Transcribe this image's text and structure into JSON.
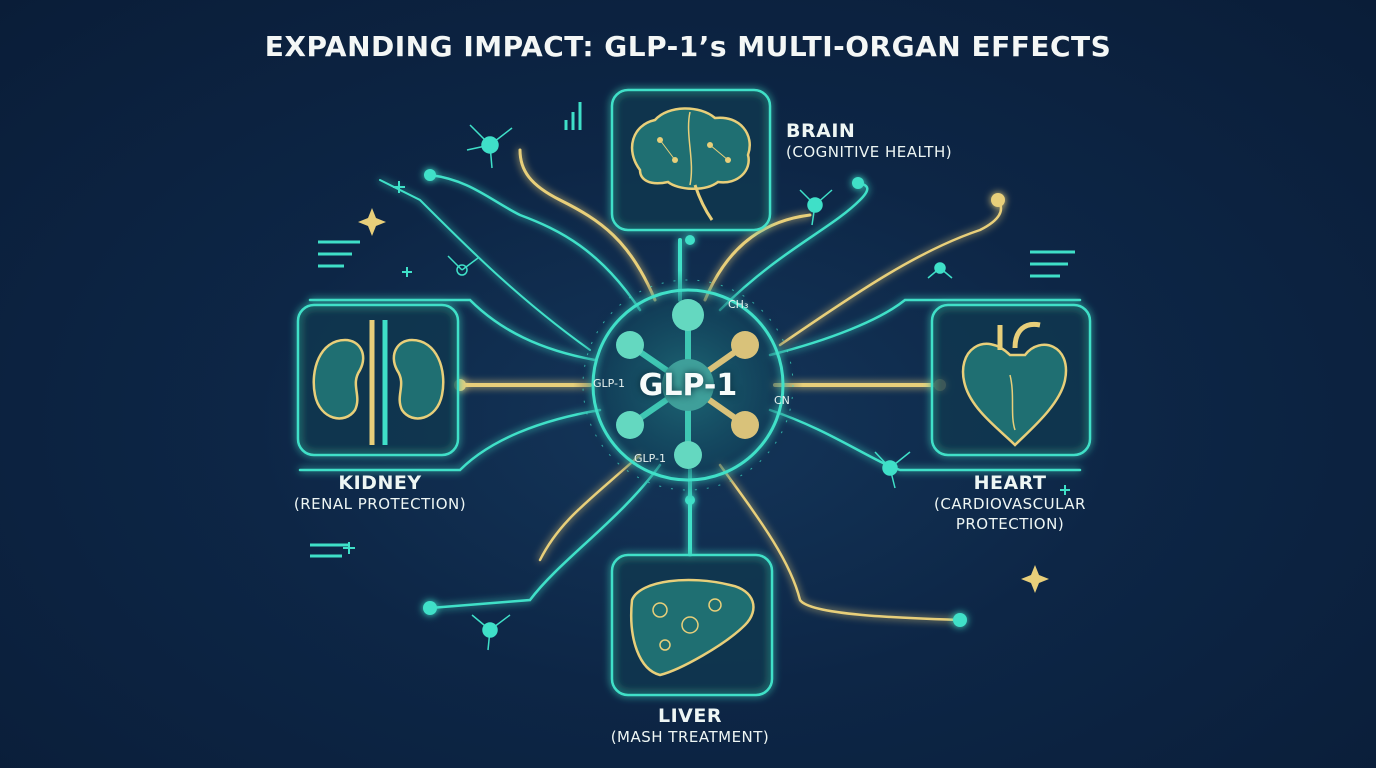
{
  "title": "EXPANDING IMPACT: GLP-1’s MULTI-ORGAN EFFECTS",
  "center": {
    "label": "GLP-1",
    "small_labels": [
      "GLP-1",
      "GLP-1",
      "CH₃",
      "CN"
    ]
  },
  "organs": {
    "brain": {
      "name": "BRAIN",
      "sub": "(COGNITIVE HEALTH)"
    },
    "kidney": {
      "name": "KIDNEY",
      "sub": "(RENAL PROTECTION)"
    },
    "heart": {
      "name": "HEART",
      "sub1": "(CARDIOVASCULAR",
      "sub2": "PROTECTION)"
    },
    "liver": {
      "name": "LIVER",
      "sub": "(MASH TREATMENT)"
    }
  },
  "colors": {
    "teal": "#3fe0c8",
    "gold": "#e8cf7a",
    "background": "#0d2646"
  },
  "icons": [
    "brain-icon",
    "kidney-icon",
    "heart-icon",
    "liver-icon",
    "molecule-icon",
    "sparkle-icon"
  ]
}
